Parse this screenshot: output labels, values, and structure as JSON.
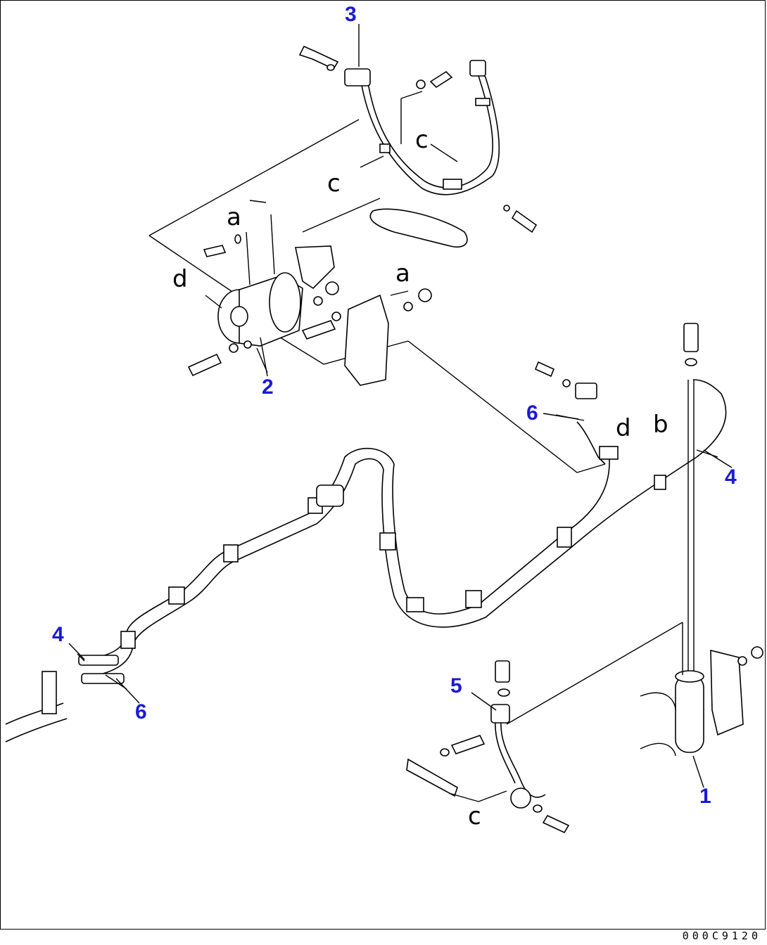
{
  "callouts": {
    "c1": "1",
    "c2": "2",
    "c3": "3",
    "c4a": "4",
    "c4b": "4",
    "c5": "5",
    "c6a": "6",
    "c6b": "6"
  },
  "refs": {
    "a1": "a",
    "a2": "a",
    "b": "b",
    "c1": "c",
    "c2": "c",
    "c3": "c",
    "d1": "d",
    "d2": "d"
  },
  "drawing_code": "000C9120",
  "colors": {
    "callout": "#1a1ad8",
    "line": "#000000"
  }
}
